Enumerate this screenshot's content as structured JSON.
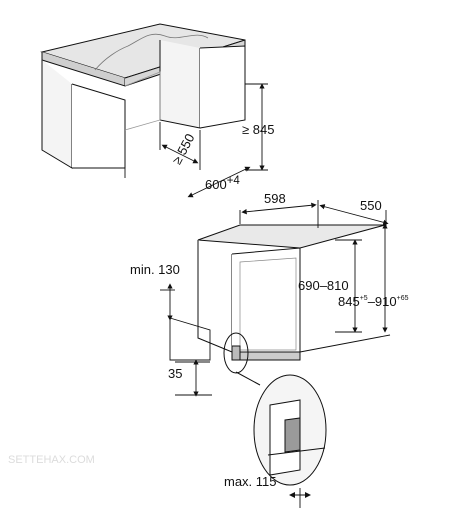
{
  "dimensions": {
    "niche_height": "≥ 845",
    "niche_depth": "≥ 550",
    "niche_width_base": "600",
    "niche_width_tolerance": "+4",
    "appliance_width": "598",
    "appliance_depth": "550",
    "height_adjust": "690–810",
    "total_height_base": "845",
    "total_height_tol_a": "+5",
    "total_height_range": "–910",
    "total_height_tol_b": "+65",
    "plinth_depth": "min. 130",
    "plinth_height": "35",
    "door_max": "max. 115"
  },
  "watermark": "SETTEHAX.COM"
}
